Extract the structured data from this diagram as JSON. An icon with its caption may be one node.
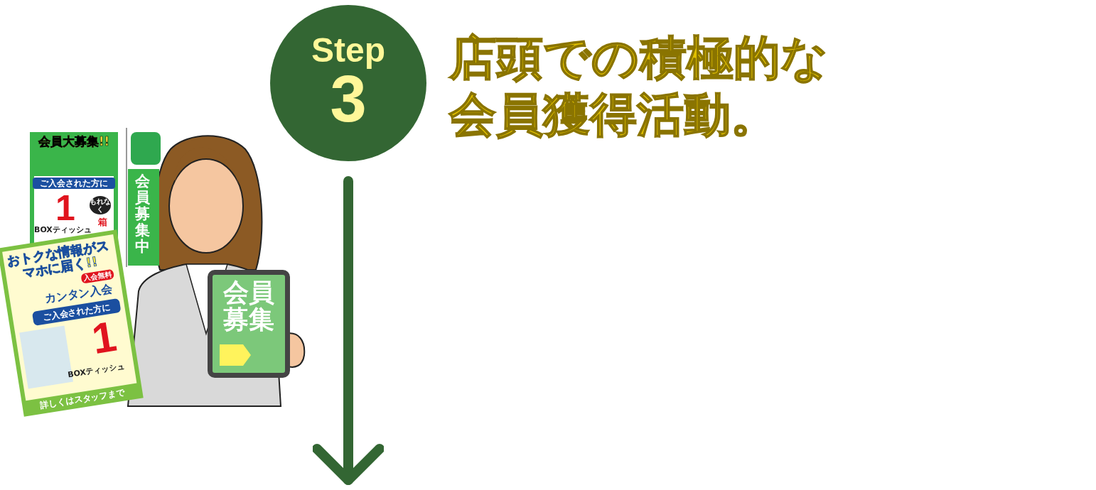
{
  "diagram": {
    "title": "店頭での積極的な会員獲得活動。",
    "nodes": [
      {
        "text": [
          "Step",
          "3"
        ]
      }
    ],
    "labels": [
      "会員大募集!!",
      "ご入会された方に",
      "もれなく",
      "1",
      "箱",
      "BOXティッシュ",
      "会員募集中",
      "おトクな情報がスマホに届く!!",
      "入会無料",
      "カンタン入会",
      "ご入会された方に",
      "1",
      "BOXティッシュ",
      "詳しくはスタッフまで",
      "会員募集"
    ]
  }
}
